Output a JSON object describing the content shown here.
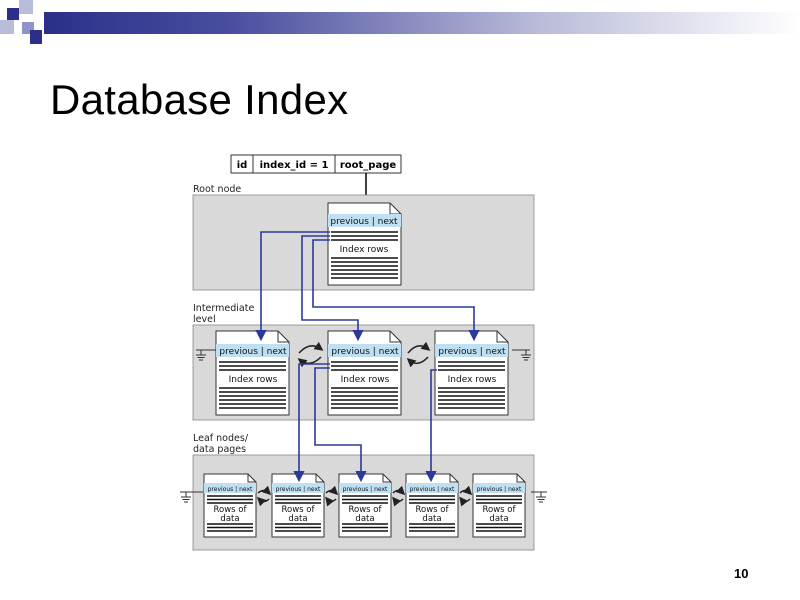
{
  "slide": {
    "title": "Database Index",
    "page_number": "10",
    "accent_color": "#2b2f8a"
  },
  "sys_table": {
    "columns": [
      "id",
      "index_id = 1",
      "root_page"
    ]
  },
  "levels": {
    "root_label": "Root node",
    "intermediate_label_line1": "Intermediate",
    "intermediate_label_line2": "level",
    "leaf_label_line1": "Leaf nodes/",
    "leaf_label_line2": "data pages"
  },
  "page_header": {
    "prev_next": "previous | next"
  },
  "root_page": {
    "body": "Index rows"
  },
  "intermediate_pages": [
    {
      "body": "Index rows"
    },
    {
      "body": "Index rows"
    },
    {
      "body": "Index rows"
    }
  ],
  "leaf_pages": [
    {
      "line1": "Rows of",
      "line2": "data"
    },
    {
      "line1": "Rows of",
      "line2": "data"
    },
    {
      "line1": "Rows of",
      "line2": "data"
    },
    {
      "line1": "Rows of",
      "line2": "data"
    },
    {
      "line1": "Rows of",
      "line2": "data"
    }
  ],
  "colors": {
    "level_band": "#d9d9d9",
    "page_header": "#bfe0f2",
    "arrow": "#2b3a9a",
    "gradient_dark": "#2b2f8a",
    "gradient_light": "#ffffff"
  }
}
